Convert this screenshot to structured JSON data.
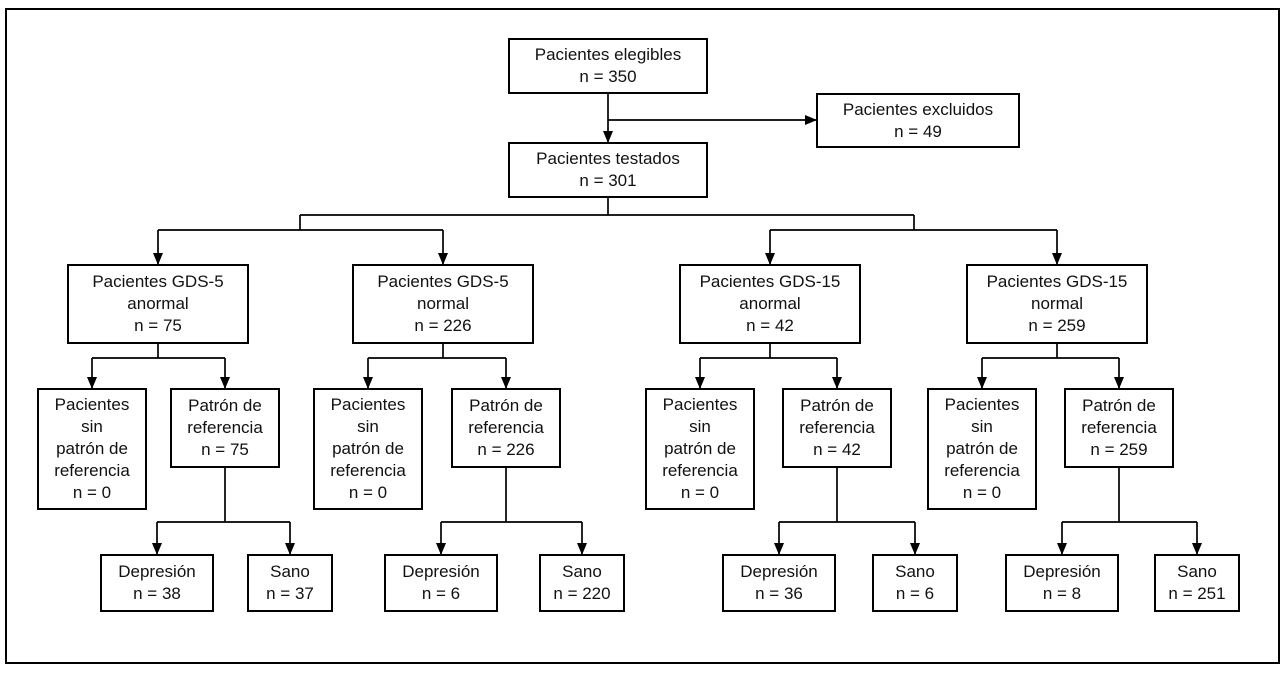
{
  "figure": {
    "type": "flow-diagram",
    "language": "es",
    "colors": {
      "line": "#000000",
      "box_border": "#000000",
      "box_fill": "#ffffff",
      "background": "#ffffff",
      "text": "#111111"
    }
  },
  "nodes": {
    "elegibles": {
      "label": "Pacientes elegibles",
      "n": 350,
      "lines": [
        "Pacientes elegibles",
        "n = 350"
      ]
    },
    "excluidos": {
      "label": "Pacientes excluidos",
      "n": 49,
      "lines": [
        "Pacientes excluidos",
        "n = 49"
      ]
    },
    "testados": {
      "label": "Pacientes testados",
      "n": 301,
      "lines": [
        "Pacientes testados",
        "n = 301"
      ]
    },
    "gds5_anormal": {
      "label": "Pacientes GDS-5 anormal",
      "n": 75,
      "lines": [
        "Pacientes GDS-5",
        "anormal",
        "n = 75"
      ]
    },
    "gds5_normal": {
      "label": "Pacientes GDS-5 normal",
      "n": 226,
      "lines": [
        "Pacientes GDS-5",
        "normal",
        "n = 226"
      ]
    },
    "gds15_anormal": {
      "label": "Pacientes GDS-15 anormal",
      "n": 42,
      "lines": [
        "Pacientes GDS-15",
        "anormal",
        "n = 42"
      ]
    },
    "gds15_normal": {
      "label": "Pacientes GDS-15 normal",
      "n": 259,
      "lines": [
        "Pacientes GDS-15",
        "normal",
        "n = 259"
      ]
    },
    "gds5_anormal_sin_patron": {
      "label": "Pacientes sin patrón de referencia",
      "n": 0,
      "lines": [
        "Pacientes",
        "sin",
        "patrón de",
        "referencia",
        "n = 0"
      ]
    },
    "gds5_normal_sin_patron": {
      "label": "Pacientes sin patrón de referencia",
      "n": 0,
      "lines": [
        "Pacientes",
        "sin",
        "patrón de",
        "referencia",
        "n = 0"
      ]
    },
    "gds15_anormal_sin_patron": {
      "label": "Pacientes sin patrón de referencia",
      "n": 0,
      "lines": [
        "Pacientes",
        "sin",
        "patrón de",
        "referencia",
        "n = 0"
      ]
    },
    "gds15_normal_sin_patron": {
      "label": "Pacientes sin patrón de referencia",
      "n": 0,
      "lines": [
        "Pacientes",
        "sin",
        "patrón de",
        "referencia",
        "n = 0"
      ]
    },
    "gds5_anormal_patron": {
      "label": "Patrón de referencia",
      "n": 75,
      "lines": [
        "Patrón de",
        "referencia",
        "n = 75"
      ]
    },
    "gds5_normal_patron": {
      "label": "Patrón de referencia",
      "n": 226,
      "lines": [
        "Patrón de",
        "referencia",
        "n = 226"
      ]
    },
    "gds15_anormal_patron": {
      "label": "Patrón de referencia",
      "n": 42,
      "lines": [
        "Patrón de",
        "referencia",
        "n = 42"
      ]
    },
    "gds15_normal_patron": {
      "label": "Patrón de referencia",
      "n": 259,
      "lines": [
        "Patrón de",
        "referencia",
        "n = 259"
      ]
    },
    "gds5_anormal_depresion": {
      "label": "Depresión",
      "n": 38,
      "lines": [
        "Depresión",
        "n = 38"
      ]
    },
    "gds5_anormal_sano": {
      "label": "Sano",
      "n": 37,
      "lines": [
        "Sano",
        "n = 37"
      ]
    },
    "gds5_normal_depresion": {
      "label": "Depresión",
      "n": 6,
      "lines": [
        "Depresión",
        "n = 6"
      ]
    },
    "gds5_normal_sano": {
      "label": "Sano",
      "n": 220,
      "lines": [
        "Sano",
        "n = 220"
      ]
    },
    "gds15_anormal_depresion": {
      "label": "Depresión",
      "n": 36,
      "lines": [
        "Depresión",
        "n = 36"
      ]
    },
    "gds15_anormal_sano": {
      "label": "Sano",
      "n": 6,
      "lines": [
        "Sano",
        "n = 6"
      ]
    },
    "gds15_normal_depresion": {
      "label": "Depresión",
      "n": 8,
      "lines": [
        "Depresión",
        "n = 8"
      ]
    },
    "gds15_normal_sano": {
      "label": "Sano",
      "n": 251,
      "lines": [
        "Sano",
        "n = 251"
      ]
    }
  },
  "edges": [
    [
      "elegibles",
      "excluidos"
    ],
    [
      "elegibles",
      "testados"
    ],
    [
      "testados",
      "gds5_anormal"
    ],
    [
      "testados",
      "gds5_normal"
    ],
    [
      "testados",
      "gds15_anormal"
    ],
    [
      "testados",
      "gds15_normal"
    ],
    [
      "gds5_anormal",
      "gds5_anormal_sin_patron"
    ],
    [
      "gds5_anormal",
      "gds5_anormal_patron"
    ],
    [
      "gds5_normal",
      "gds5_normal_sin_patron"
    ],
    [
      "gds5_normal",
      "gds5_normal_patron"
    ],
    [
      "gds15_anormal",
      "gds15_anormal_sin_patron"
    ],
    [
      "gds15_anormal",
      "gds15_anormal_patron"
    ],
    [
      "gds15_normal",
      "gds15_normal_sin_patron"
    ],
    [
      "gds15_normal",
      "gds15_normal_patron"
    ],
    [
      "gds5_anormal_patron",
      "gds5_anormal_depresion"
    ],
    [
      "gds5_anormal_patron",
      "gds5_anormal_sano"
    ],
    [
      "gds5_normal_patron",
      "gds5_normal_depresion"
    ],
    [
      "gds5_normal_patron",
      "gds5_normal_sano"
    ],
    [
      "gds15_anormal_patron",
      "gds15_anormal_depresion"
    ],
    [
      "gds15_anormal_patron",
      "gds15_anormal_sano"
    ],
    [
      "gds15_normal_patron",
      "gds15_normal_depresion"
    ],
    [
      "gds15_normal_patron",
      "gds15_normal_sano"
    ]
  ]
}
